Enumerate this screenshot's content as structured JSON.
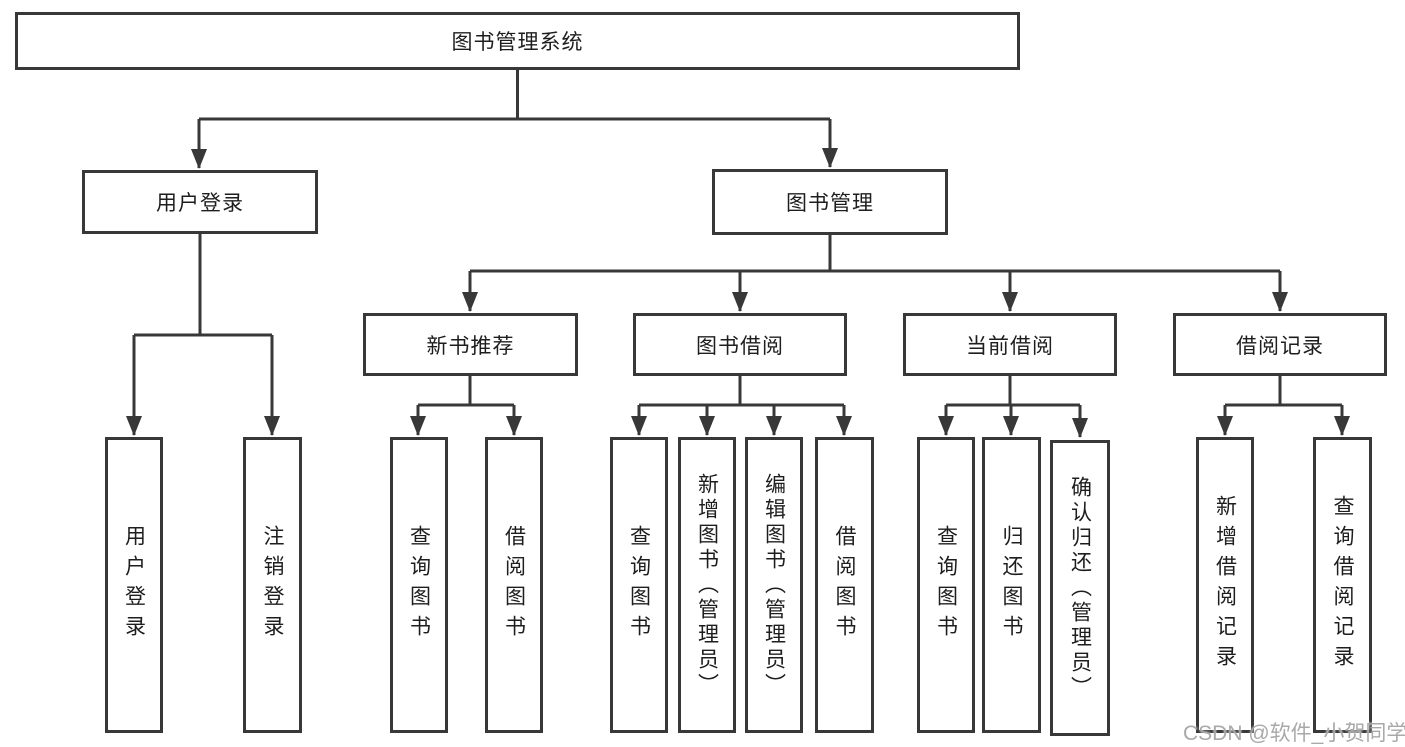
{
  "diagram": {
    "root": {
      "label": "图书管理系统",
      "children": [
        {
          "label": "用户登录",
          "children": [
            {
              "label": "用户登录"
            },
            {
              "label": "注销登录"
            }
          ]
        },
        {
          "label": "图书管理",
          "children": [
            {
              "label": "新书推荐",
              "children": [
                {
                  "label": "查询图书"
                },
                {
                  "label": "借阅图书"
                }
              ]
            },
            {
              "label": "图书借阅",
              "children": [
                {
                  "label": "查询图书"
                },
                {
                  "label": "新增图书（管理员）"
                },
                {
                  "label": "编辑图书（管理员）"
                },
                {
                  "label": "借阅图书"
                }
              ]
            },
            {
              "label": "当前借阅",
              "children": [
                {
                  "label": "查询图书"
                },
                {
                  "label": "归还图书"
                },
                {
                  "label": "确认归还（管理员）"
                }
              ]
            },
            {
              "label": "借阅记录",
              "children": [
                {
                  "label": "新增借阅记录"
                },
                {
                  "label": "查询借阅记录"
                }
              ]
            }
          ]
        }
      ]
    }
  },
  "watermark": {
    "text": "CSDN @软件_小贺同学"
  },
  "colors": {
    "line": "#383838",
    "box_border": "#383838",
    "text": "#1e1e1e",
    "background": "#ffffff",
    "watermark": "#a4a4a4"
  }
}
